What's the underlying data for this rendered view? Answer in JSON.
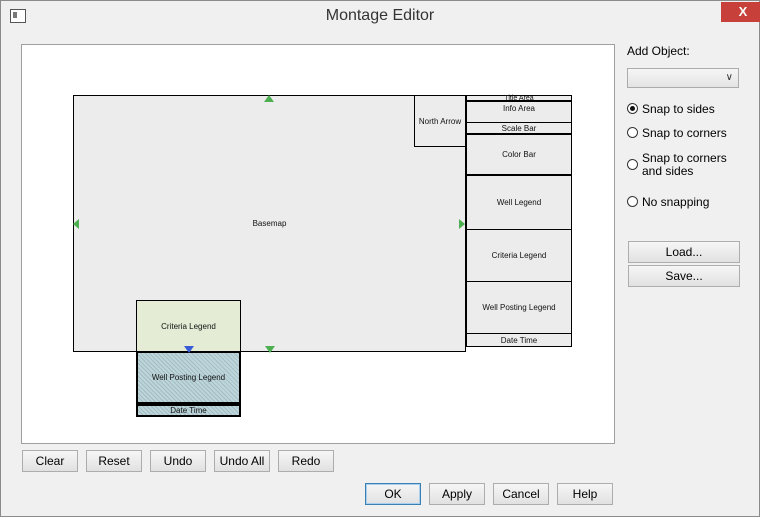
{
  "window": {
    "title": "Montage Editor",
    "close_label": "X"
  },
  "canvas": {
    "objects": {
      "basemap": "Basemap",
      "north_arrow": "North Arrow",
      "title_area": "Title Area",
      "info_area": "Info Area",
      "scale_bar": "Scale Bar",
      "color_bar": "Color Bar",
      "well_legend": "Well Legend",
      "criteria_legend_right": "Criteria Legend",
      "well_posting_legend_right": "Well Posting Legend",
      "date_time_right": "Date Time",
      "criteria_legend_bottom": "Criteria Legend",
      "well_posting_legend_bottom": "Well Posting Legend",
      "date_time_bottom": "Date Time"
    }
  },
  "side_panel": {
    "add_object_label": "Add Object:",
    "add_object_value": "",
    "snap_options": [
      {
        "label": "Snap to sides",
        "checked": true
      },
      {
        "label": "Snap to corners",
        "checked": false
      },
      {
        "label": "Snap to corners and sides",
        "checked": false
      },
      {
        "label": "No snapping",
        "checked": false
      }
    ],
    "load_label": "Load...",
    "save_label": "Save..."
  },
  "bottom_toolbar": {
    "clear": "Clear",
    "reset": "Reset",
    "undo": "Undo",
    "undo_all": "Undo All",
    "redo": "Redo"
  },
  "dialog_buttons": {
    "ok": "OK",
    "apply": "Apply",
    "cancel": "Cancel",
    "help": "Help"
  },
  "colors": {
    "handle_green": "#4caf50",
    "handle_blue": "#3a5bd8",
    "close_red": "#c7413a"
  }
}
